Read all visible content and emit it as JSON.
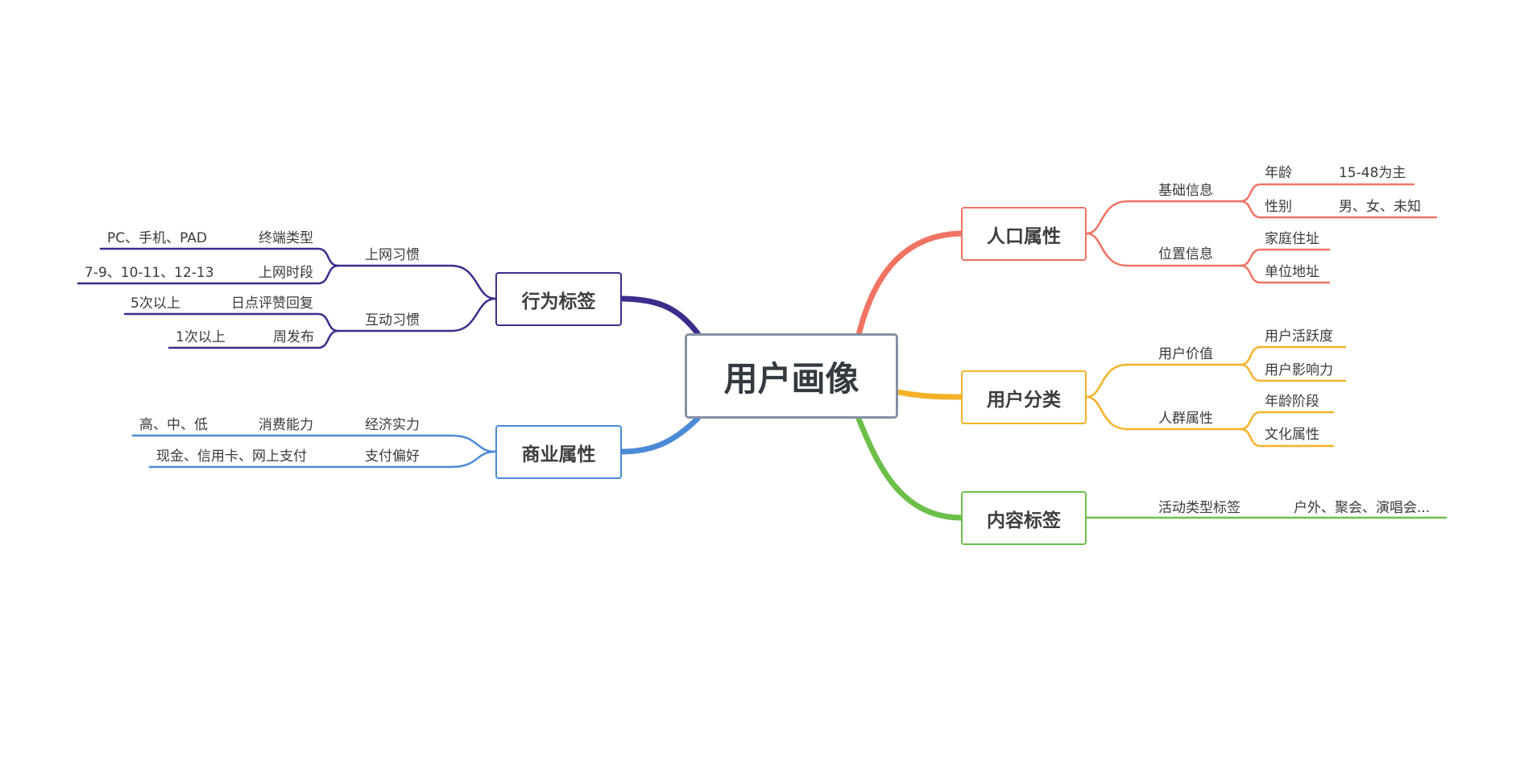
{
  "root": {
    "label": "用户画像"
  },
  "colors": {
    "root_border": "#8590a2",
    "renkou": "#f07363",
    "fenlei": "#f4b22a",
    "neirong": "#6cc04a",
    "xingwei": "#3e2c8c",
    "shangye": "#4b8ad6"
  },
  "branches": [
    {
      "id": "renkou",
      "label": "人口属性",
      "side": "right",
      "children": [
        {
          "label": "基础信息",
          "children": [
            {
              "label": "年龄",
              "detail": "15-48为主"
            },
            {
              "label": "性别",
              "detail": "男、女、未知"
            }
          ]
        },
        {
          "label": "位置信息",
          "children": [
            {
              "label": "家庭住址"
            },
            {
              "label": "单位地址"
            }
          ]
        }
      ]
    },
    {
      "id": "fenlei",
      "label": "用户分类",
      "side": "right",
      "children": [
        {
          "label": "用户价值",
          "children": [
            {
              "label": "用户活跃度"
            },
            {
              "label": "用户影响力"
            }
          ]
        },
        {
          "label": "人群属性",
          "children": [
            {
              "label": "年龄阶段"
            },
            {
              "label": "文化属性"
            }
          ]
        }
      ]
    },
    {
      "id": "neirong",
      "label": "内容标签",
      "side": "right",
      "children": [
        {
          "label": "活动类型标签",
          "detail": "户外、聚会、演唱会..."
        }
      ]
    },
    {
      "id": "xingwei",
      "label": "行为标签",
      "side": "left",
      "children": [
        {
          "label": "上网习惯",
          "children": [
            {
              "label": "终端类型",
              "detail": "PC、手机、PAD"
            },
            {
              "label": "上网时段",
              "detail": "7-9、10-11、12-13"
            }
          ]
        },
        {
          "label": "互动习惯",
          "children": [
            {
              "label": "日点评赞回复",
              "detail": "5次以上"
            },
            {
              "label": "周发布",
              "detail": "1次以上"
            }
          ]
        }
      ]
    },
    {
      "id": "shangye",
      "label": "商业属性",
      "side": "left",
      "children": [
        {
          "label": "经济实力",
          "children": [
            {
              "label": "消费能力",
              "detail": "高、中、低"
            }
          ]
        },
        {
          "label": "支付偏好",
          "children": [
            {
              "label": "现金、信用卡、网上支付"
            }
          ]
        }
      ]
    }
  ]
}
